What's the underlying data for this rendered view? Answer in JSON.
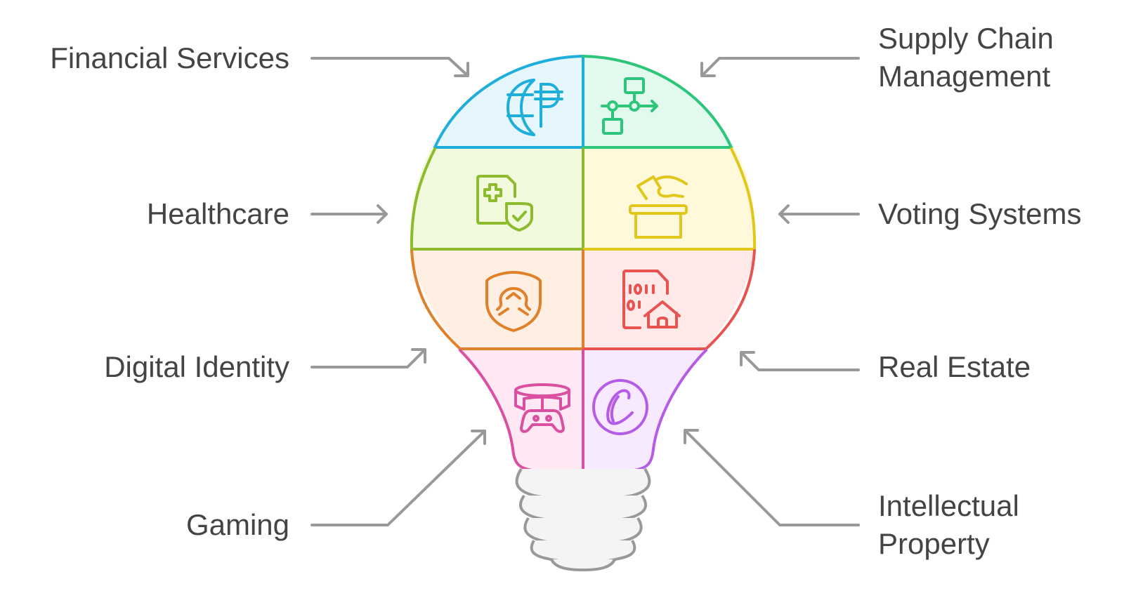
{
  "diagram": {
    "type": "lightbulb-infographic",
    "colors": {
      "text": "#444444",
      "arrow": "#999999",
      "financial_services": "#1EAEDB",
      "supply_chain": "#2DC57A",
      "healthcare": "#8DBB2E",
      "voting": "#E0C81A",
      "digital_identity": "#E0812A",
      "real_estate": "#E8524F",
      "gaming": "#DB4FA0",
      "intellectual_property": "#B65BE8",
      "base": "#999999"
    },
    "segments": [
      {
        "id": "financial-services",
        "label": "Financial Services",
        "side": "left",
        "icon": "globe-peso-icon"
      },
      {
        "id": "supply-chain",
        "label_line1": "Supply Chain",
        "label_line2": "Management",
        "side": "right",
        "icon": "flowchart-icon"
      },
      {
        "id": "healthcare",
        "label": "Healthcare",
        "side": "left",
        "icon": "medical-file-shield-icon"
      },
      {
        "id": "voting-systems",
        "label": "Voting Systems",
        "side": "right",
        "icon": "ballot-box-icon"
      },
      {
        "id": "digital-identity",
        "label": "Digital Identity",
        "side": "left",
        "icon": "user-shield-icon"
      },
      {
        "id": "real-estate",
        "label": "Real Estate",
        "side": "right",
        "icon": "binary-house-icon"
      },
      {
        "id": "gaming",
        "label": "Gaming",
        "side": "left",
        "icon": "vr-controller-icon"
      },
      {
        "id": "intellectual-property",
        "label_line1": "Intellectual",
        "label_line2": "Property",
        "side": "right",
        "icon": "copyright-icon"
      }
    ]
  }
}
